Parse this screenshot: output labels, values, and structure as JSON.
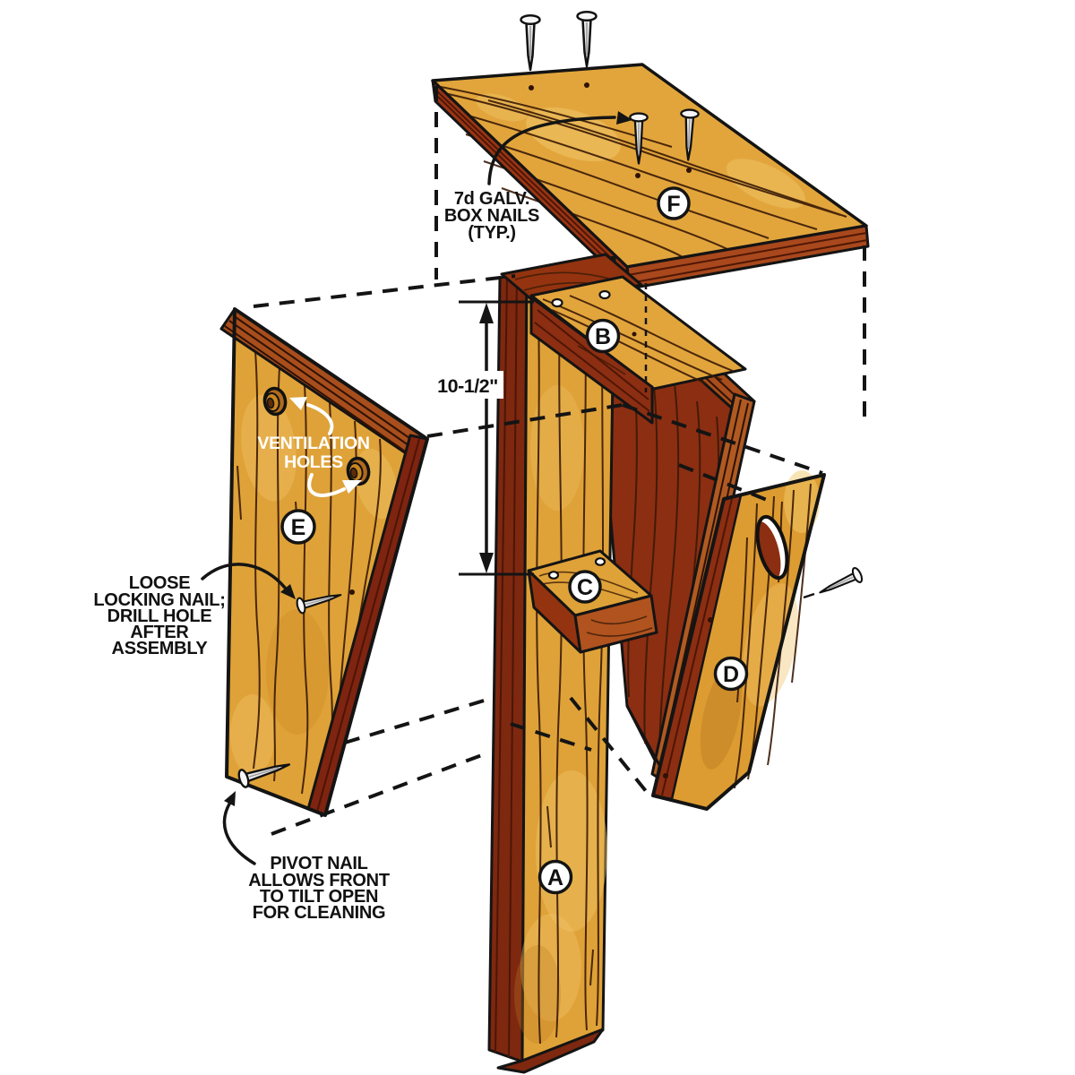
{
  "diagram": {
    "type": "exploded-assembly",
    "subject": "Birdhouse exploded-view woodworking assembly diagram"
  },
  "parts": {
    "back_board": "A",
    "roof_cleat": "B",
    "floor_cleat": "C",
    "front_panel": "D",
    "side_panel": "E",
    "roof_panel": "F"
  },
  "dimension": {
    "height_label": "10-1/2\""
  },
  "annotations": {
    "box_nails": {
      "lines": [
        "7d GALV.",
        "BOX NAILS",
        "(TYP.)"
      ]
    },
    "ventilation": {
      "lines": [
        "VENTILATION",
        "HOLES"
      ]
    },
    "locking_nail": {
      "lines": [
        "LOOSE",
        "LOCKING NAIL;",
        "DRILL HOLE",
        "AFTER",
        "ASSEMBLY"
      ]
    },
    "pivot_nail": {
      "lines": [
        "PIVOT NAIL",
        "ALLOWS FRONT",
        "TO TILT OPEN",
        "FOR CLEANING"
      ]
    }
  },
  "colors": {
    "wood_face": "#DFA238",
    "wood_face_light": "#F0C96B",
    "edge_red_dark": "#7E2410",
    "edge_red": "#8C2E12",
    "edge_brown": "#A84E1C",
    "edge_orange": "#B05A22",
    "grain": "#3A1A06",
    "outline": "#141414",
    "annotation_black": "#111111",
    "annotation_white": "#FFFFFF",
    "background": "#FFFFFF"
  }
}
